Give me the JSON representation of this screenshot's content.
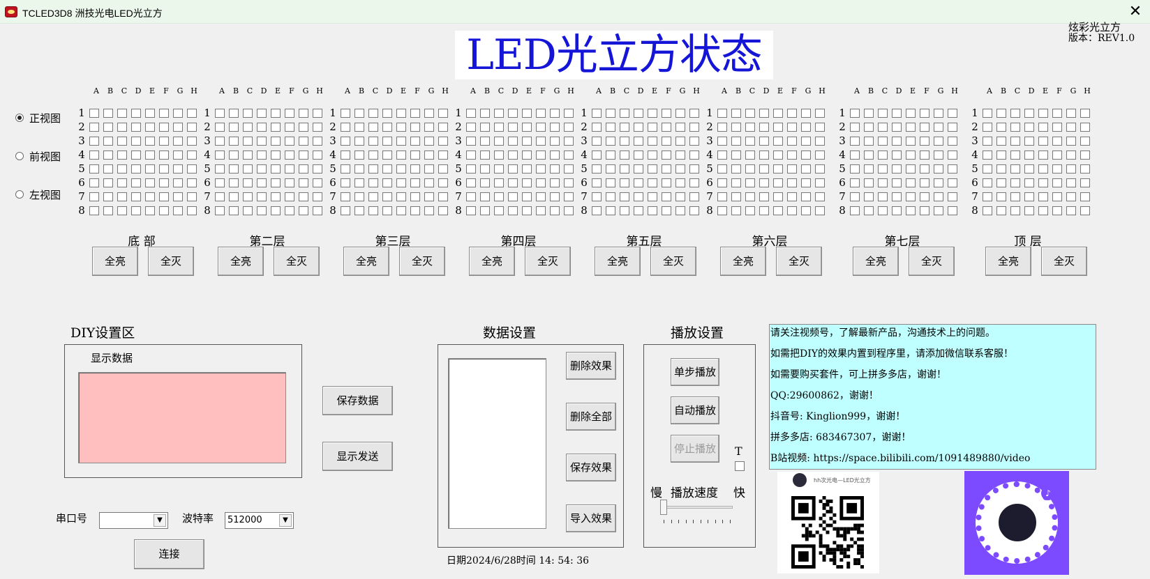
{
  "window": {
    "title": "TCLED3D8  洲技光电LED光立方",
    "close": "✕"
  },
  "header": {
    "title": "LED光立方状态",
    "brand": "炫彩光立方",
    "version": "版本：REV1.0"
  },
  "views": [
    {
      "label": "正视图",
      "selected": true
    },
    {
      "label": "前视图",
      "selected": false
    },
    {
      "label": "左视图",
      "selected": false
    }
  ],
  "grid": {
    "columns": [
      "A",
      "B",
      "C",
      "D",
      "E",
      "F",
      "G",
      "H"
    ],
    "rows": [
      "1",
      "2",
      "3",
      "4",
      "5",
      "6",
      "7",
      "8"
    ]
  },
  "layers": [
    {
      "name": "底 部",
      "on": "全亮",
      "off": "全灭"
    },
    {
      "name": "第二层",
      "on": "全亮",
      "off": "全灭"
    },
    {
      "name": "第三层",
      "on": "全亮",
      "off": "全灭"
    },
    {
      "name": "第四层",
      "on": "全亮",
      "off": "全灭"
    },
    {
      "name": "第五层",
      "on": "全亮",
      "off": "全灭"
    },
    {
      "name": "第六层",
      "on": "全亮",
      "off": "全灭"
    },
    {
      "name": "第七层",
      "on": "全亮",
      "off": "全灭"
    },
    {
      "name": "顶 层",
      "on": "全亮",
      "off": "全灭"
    }
  ],
  "diy": {
    "title": "DIY设置区",
    "display_label": "显示数据",
    "save_data": "保存数据",
    "show_send": "显示发送"
  },
  "serial": {
    "port_label": "串口号",
    "port_value": "",
    "baud_label": "波特率",
    "baud_value": "512000",
    "connect": "连接"
  },
  "data_settings": {
    "title": "数据设置",
    "buttons": [
      "删除效果",
      "删除全部",
      "保存效果",
      "导入效果"
    ],
    "datetime": "日期2024/6/28时间 14: 54: 36"
  },
  "playback": {
    "title": "播放设置",
    "single": "单步播放",
    "auto": "自动播放",
    "stop": "停止播放",
    "t_label": "T",
    "slow": "慢",
    "speed": "播放速度",
    "fast": "快",
    "speed_value": 0
  },
  "info": [
    "请关注视频号，了解最新产品，沟通技术上的问题。",
    "如需把DIY的效果内置到程序里，请添加微信联系客服！",
    "如需要购买套件，可上拼多多店，谢谢！",
    "QQ:29600862，谢谢！",
    "抖音号: Kinglion999，谢谢！",
    "拼多多店: 683467307，谢谢！",
    "B站视频: https://space.bilibili.com/1091489880/video"
  ],
  "qr": {
    "name": "hh次光电—LED光立方",
    "tiktok_icon": "tiktok-icon"
  }
}
